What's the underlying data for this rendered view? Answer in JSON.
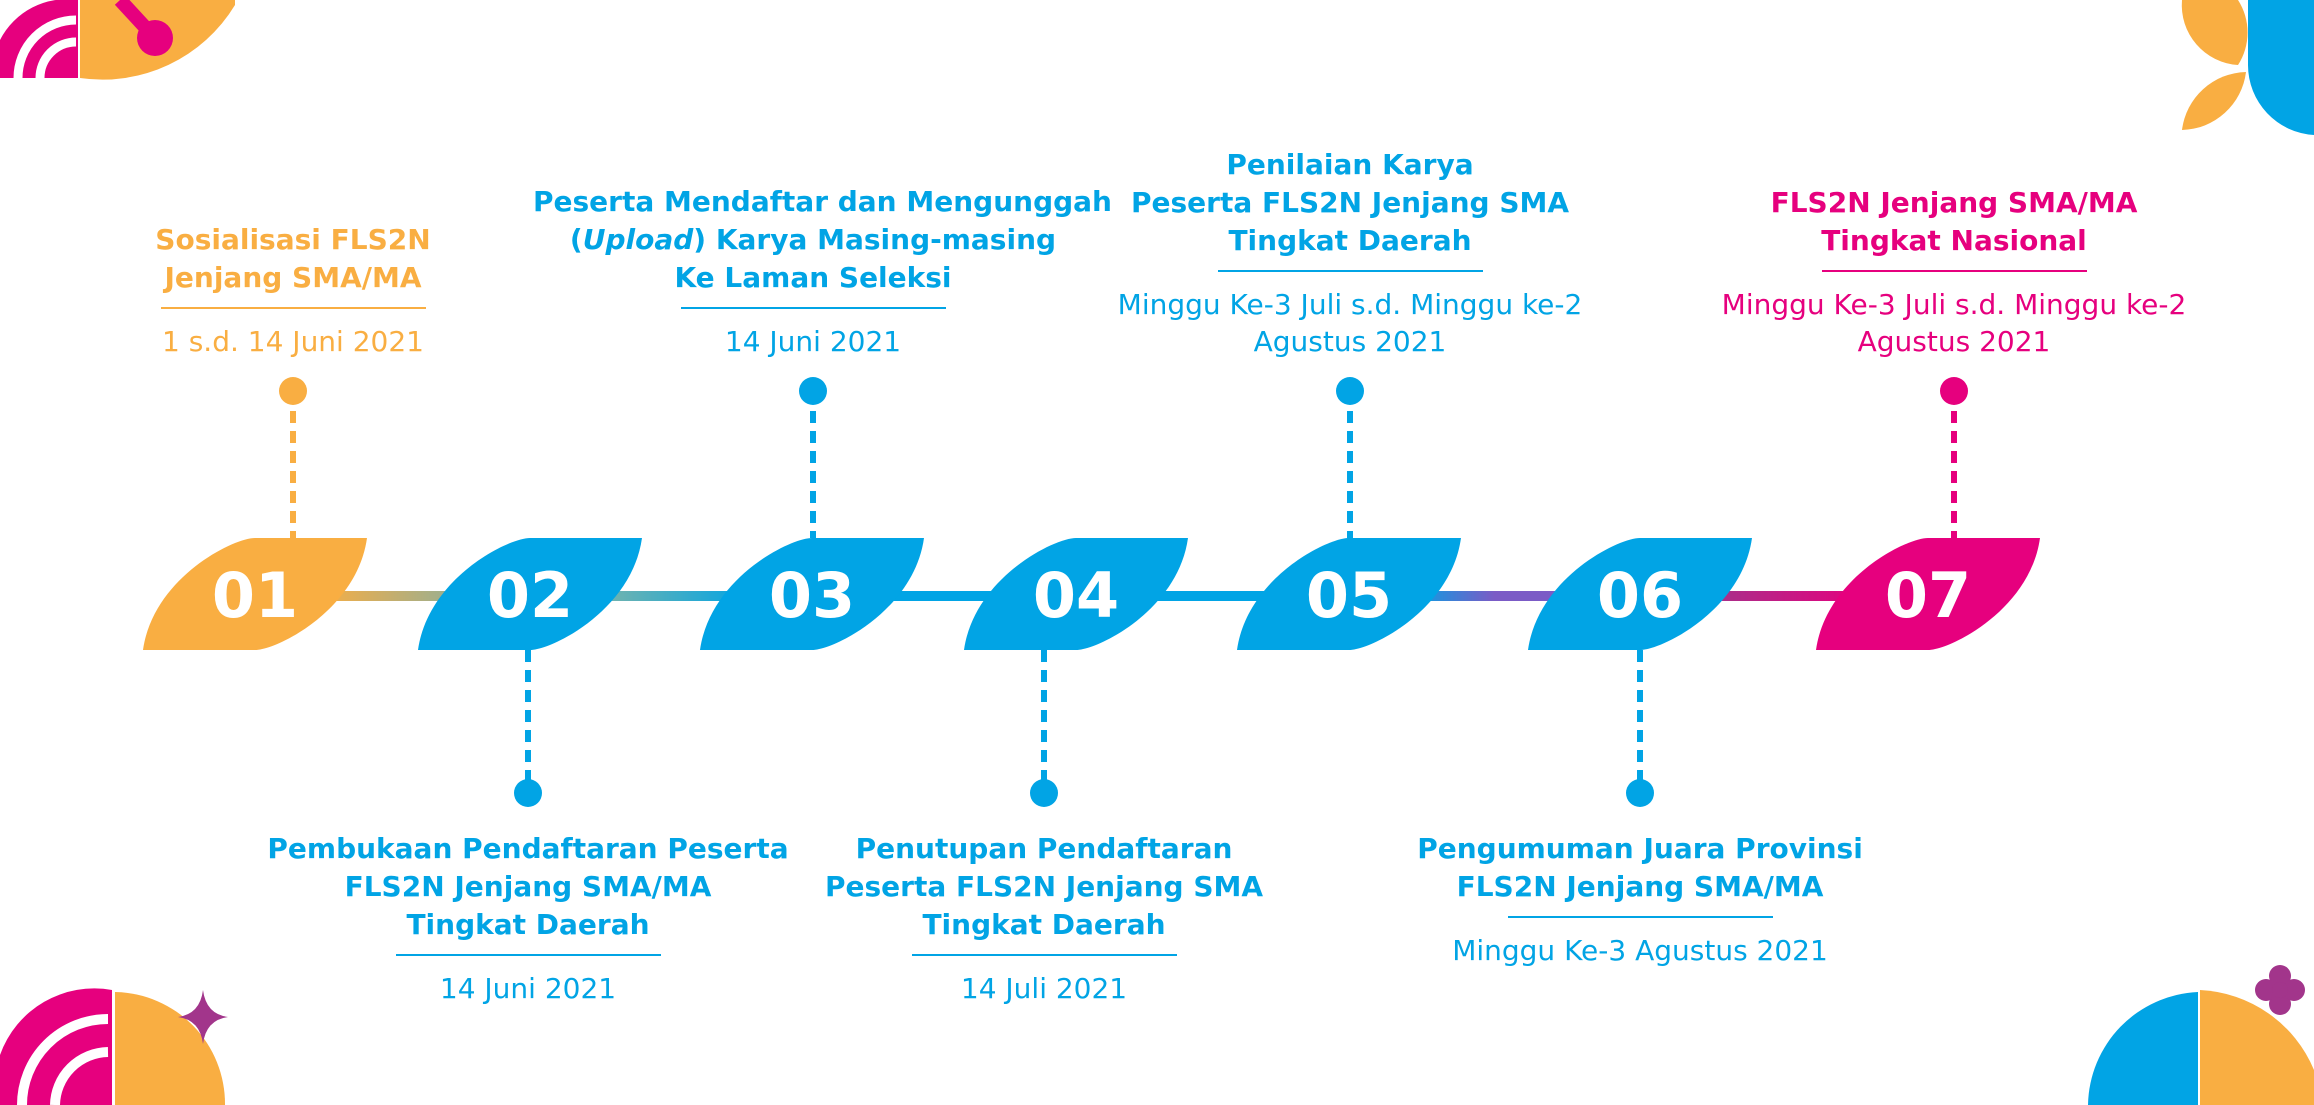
{
  "colors": {
    "orange": "#F9AE42",
    "blue": "#01A4E5",
    "magenta": "#E6007E",
    "purple": "#7B5BC6",
    "violet": "#A2358B"
  },
  "decorations": [
    "corner-leaf-top-left",
    "corner-leaf-top-right",
    "corner-leaf-bottom-left",
    "sparkle-icon",
    "corner-leaf-bottom-right",
    "cross-flower-icon"
  ],
  "steps": [
    {
      "number": "01",
      "title_lines": [
        "Sosialisasi FLS2N",
        "Jenjang SMA/MA"
      ],
      "date_lines": [
        "1 s.d. 14 Juni 2021"
      ],
      "position": "above",
      "color": "orange"
    },
    {
      "number": "02",
      "title_lines": [
        "Pembukaan Pendaftaran Peserta",
        "FLS2N Jenjang SMA/MA",
        "Tingkat Daerah"
      ],
      "date_lines": [
        "14 Juni 2021"
      ],
      "position": "below",
      "color": "blue"
    },
    {
      "number": "03",
      "title_lines": [
        "Peserta Mendaftar dan Mengunggah",
        "(Upload) Karya Masing-masing",
        "Ke Laman Seleksi"
      ],
      "date_lines": [
        "14 Juni 2021"
      ],
      "position": "above",
      "color": "blue"
    },
    {
      "number": "04",
      "title_lines": [
        "Penutupan Pendaftaran",
        "Peserta FLS2N Jenjang SMA",
        "Tingkat  Daerah"
      ],
      "date_lines": [
        "14 Juli 2021"
      ],
      "position": "below",
      "color": "blue"
    },
    {
      "number": "05",
      "title_lines": [
        "Penilaian Karya",
        "Peserta FLS2N Jenjang SMA",
        "Tingkat Daerah"
      ],
      "date_lines": [
        "Minggu Ke-3 Juli s.d. Minggu ke-2",
        "Agustus 2021"
      ],
      "position": "above",
      "color": "blue"
    },
    {
      "number": "06",
      "title_lines": [
        "Pengumuman Juara Provinsi",
        "FLS2N Jenjang SMA/MA"
      ],
      "date_lines": [
        "Minggu Ke-3 Agustus 2021"
      ],
      "position": "below",
      "color": "blue"
    },
    {
      "number": "07",
      "title_lines": [
        "FLS2N Jenjang SMA/MA",
        "Tingkat Nasional"
      ],
      "date_lines": [
        "Minggu Ke-3 Juli s.d. Minggu ke-2",
        "Agustus 2021"
      ],
      "position": "above",
      "color": "magenta"
    }
  ]
}
